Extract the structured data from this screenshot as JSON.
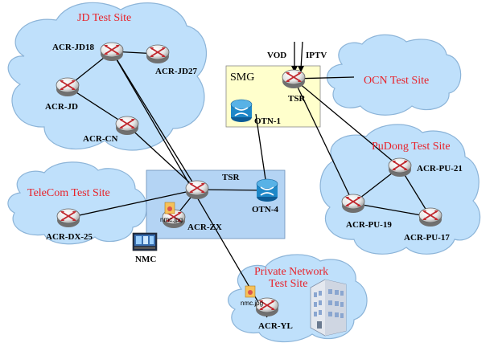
{
  "colors": {
    "cloud_fill": "#bfe0fb",
    "cloud_stroke": "#8cb4d8",
    "smg_fill": "#ffffcc",
    "tsr_box_fill": "#b4d4f4",
    "site_text": "#e8222a",
    "router_blue": "#2f5fa0",
    "otn_blue": "#1e88c8",
    "link": "#000000"
  },
  "sites": {
    "jd": "JD Test Site",
    "ocn": "OCN Test Site",
    "pudong": "PuDong Test Site",
    "telecom": "TeleCom Test Site",
    "private_line1": "Private Network",
    "private_line2": "Test Site"
  },
  "boxes": {
    "smg": "SMG",
    "tsr_hub": "TSR"
  },
  "nodes": {
    "acr_jd18": "ACR-JD18",
    "acr_jd27": "ACR-JD27",
    "acr_jd": "ACR-JD",
    "acr_cn": "ACR-CN",
    "tsr_smg": "TSR",
    "otn_1": "OTN-1",
    "acr_zx": "ACR-ZX",
    "otn_4": "OTN-4",
    "acr_dx_25": "ACR-DX-25",
    "nmc": "NMC",
    "acr_pu_21": "ACR-PU-21",
    "acr_pu_19": "ACR-PU-19",
    "acr_pu_17": "ACR-PU-17",
    "acr_yl": "ACR-YL"
  },
  "inputs": {
    "vod": "VOD",
    "iptv": "IPTV"
  },
  "files": {
    "zx_file": "nmc.jpg",
    "yl_file": "nmc.jpg"
  },
  "icons": {
    "router": "router-icon",
    "otn": "optical-switch-icon",
    "nmc": "nmc-monitor-icon",
    "building": "building-icon",
    "file": "jpg-file-icon"
  }
}
